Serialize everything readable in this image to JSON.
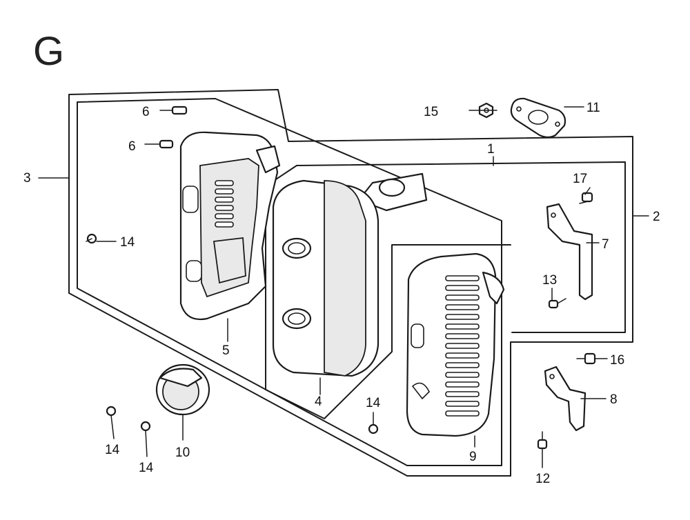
{
  "section_letter": "G",
  "callouts": {
    "c1": "1",
    "c2": "2",
    "c3": "3",
    "c4": "4",
    "c5": "5",
    "c6a": "6",
    "c6b": "6",
    "c7": "7",
    "c8": "8",
    "c9": "9",
    "c10": "10",
    "c11": "11",
    "c12": "12",
    "c13": "13",
    "c14a": "14",
    "c14b": "14",
    "c14c": "14",
    "c14d": "14",
    "c15": "15",
    "c16": "16",
    "c17": "17"
  }
}
